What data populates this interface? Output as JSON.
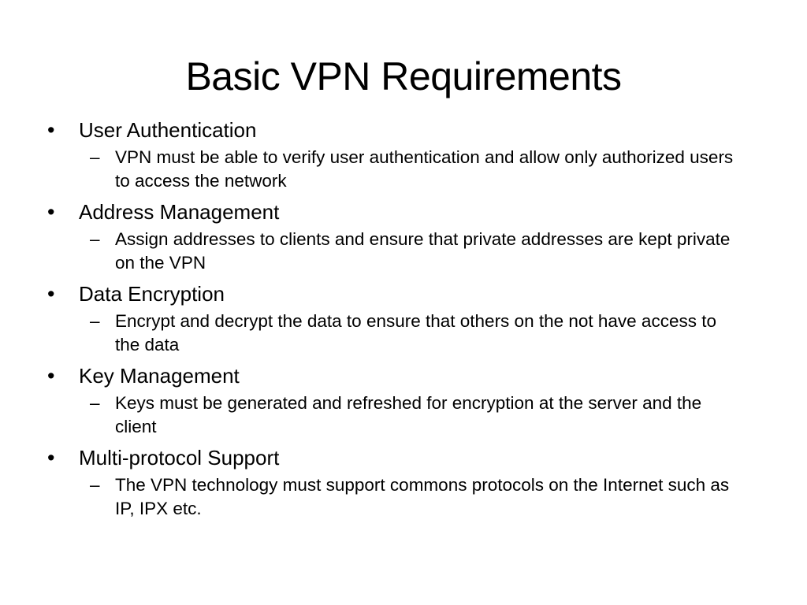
{
  "slide": {
    "title": "Basic VPN Requirements",
    "bullet_symbol": "•",
    "sub_symbol": "–",
    "bullets": [
      {
        "label": "User Authentication",
        "subs": [
          "VPN must be able to verify user authentication and allow only authorized users to access the network"
        ]
      },
      {
        "label": "Address Management",
        "subs": [
          "Assign addresses to clients and ensure that private addresses are kept private on the VPN"
        ]
      },
      {
        "label": "Data Encryption",
        "subs": [
          "Encrypt and decrypt the data to ensure that others on the not have access to the data"
        ]
      },
      {
        "label": "Key Management",
        "subs": [
          "Keys must be generated and refreshed for encryption at the server and the client"
        ]
      },
      {
        "label": "Multi-protocol Support",
        "subs": [
          "The VPN technology must support commons protocols on the Internet such as IP, IPX etc."
        ]
      }
    ]
  }
}
